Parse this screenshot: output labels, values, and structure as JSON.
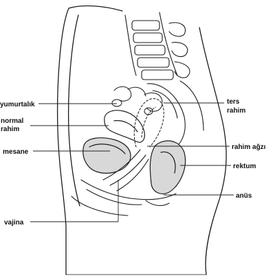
{
  "labels": {
    "ovary": "yumurtalık",
    "normal_uterus_1": "normal",
    "normal_uterus_2": "rahim",
    "bladder": "mesane",
    "vagina": "vajina",
    "retro_uterus_1": "ters",
    "retro_uterus_2": "rahim",
    "cervix": "rahim ağzı",
    "rectum": "rektum",
    "anus": "anüs"
  },
  "colors": {
    "line": "#1a1a1a",
    "organ_fill": "#d8d8d8",
    "background": "#ffffff"
  }
}
